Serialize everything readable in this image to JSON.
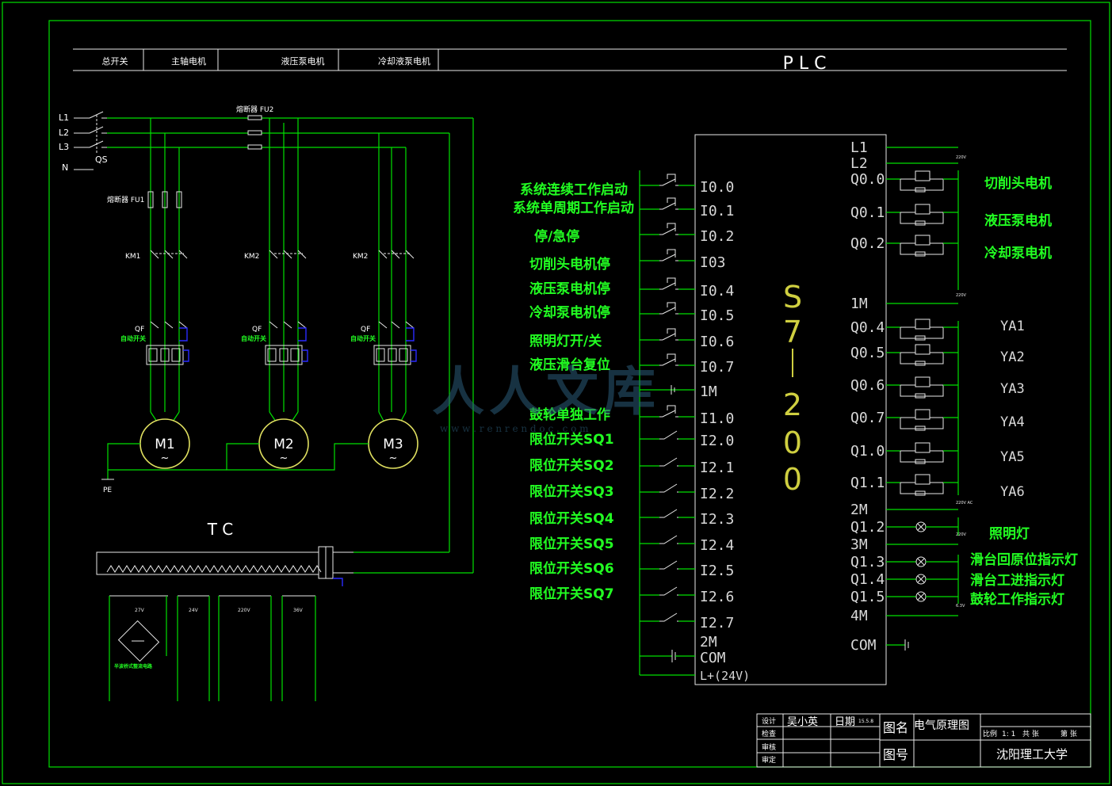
{
  "header": {
    "sections": [
      "总开关",
      "主轴电机",
      "液压泵电机",
      "冷却液泵电机"
    ],
    "plc_title": "P L C"
  },
  "power": {
    "lines": [
      "L1",
      "L2",
      "L3",
      "N"
    ],
    "qs": "QS",
    "fu2": "熔断器 FU2",
    "fu1": "熔断器 FU1",
    "km_labels": [
      "KM1",
      "KM2",
      "KM2"
    ],
    "qf": "QF",
    "auto_switch": "自动开关",
    "motors": [
      "M1",
      "M2",
      "M3"
    ],
    "motor_symbol": "~",
    "pe": "PE",
    "tc": "T C",
    "tc_voltages": [
      "27V",
      "24V",
      "220V",
      "36V"
    ],
    "bridge_note": "半波桥式整流电路"
  },
  "plc": {
    "model": "S7-200",
    "left_terminals": [
      "I0.0",
      "I0.1",
      "I0.2",
      "I03",
      "I0.4",
      "I0.5",
      "I0.6",
      "I0.7",
      "1M",
      "I1.0",
      "I2.0",
      "I2.1",
      "I2.2",
      "I2.3",
      "I2.4",
      "I2.5",
      "I2.6",
      "I2.7",
      "2M",
      "COM",
      "L+(24V)"
    ],
    "right_terminals": [
      "L1",
      "L2",
      "Q0.0",
      "Q0.1",
      "Q0.2",
      "1M",
      "Q0.4",
      "Q0.5",
      "Q0.6",
      "Q0.7",
      "Q1.0",
      "Q1.1",
      "2M",
      "Q1.2",
      "3M",
      "Q1.3",
      "Q1.4",
      "Q1.5",
      "4M",
      "COM"
    ],
    "supply_labels": [
      "220V",
      "220V",
      "220V AC",
      "220V",
      "6.3V"
    ]
  },
  "inputs": [
    "系统连续工作启动",
    "系统单周期工作启动",
    "停/急停",
    "切削头电机停",
    "液压泵电机停",
    "冷却泵电机停",
    "照明灯开/关",
    "液压滑台复位",
    "鼓轮单独工作",
    "限位开关SQ1",
    "限位开关SQ2",
    "限位开关SQ3",
    "限位开关SQ4",
    "限位开关SQ5",
    "限位开关SQ6",
    "限位开关SQ7"
  ],
  "outputs": {
    "motors": [
      "切削头电机",
      "液压泵电机",
      "冷却泵电机"
    ],
    "valves": [
      "YA1",
      "YA2",
      "YA3",
      "YA4",
      "YA5",
      "YA6"
    ],
    "lamps": [
      "照明灯",
      "滑台回原位指示灯",
      "滑台工进指示灯",
      "鼓轮工作指示灯"
    ]
  },
  "watermark": {
    "text": "人人文库",
    "url": "w w w . r e n r e n d o c . c o m"
  },
  "title_block": {
    "design_label": "设计",
    "designer": "吴小英",
    "date_label": "日期",
    "date_value": "15.5.8",
    "check_label": "检查",
    "review_label": "审核",
    "approve_label": "审定",
    "drawing_name_label": "图名",
    "drawing_name": "电气原理图",
    "drawing_no_label": "图号",
    "scale_label": "比例",
    "scale_value": "1: 1",
    "total_label": "共  张",
    "sheet_label": "第  张",
    "school": "沈阳理工大学"
  }
}
